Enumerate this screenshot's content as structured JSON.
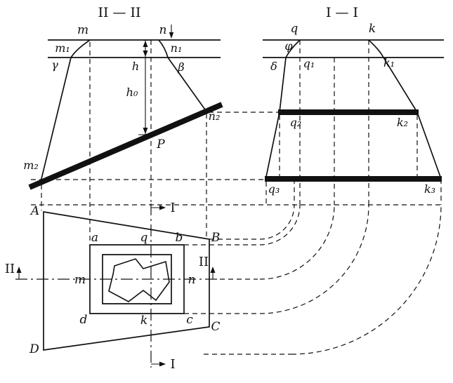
{
  "diagram": {
    "colors": {
      "ink": "#111111",
      "background": "#ffffff"
    },
    "section_ii": {
      "title": "II — II",
      "labels": {
        "m": "m",
        "n": "n",
        "m1": "m₁",
        "n1": "n₁",
        "gamma": "γ",
        "beta": "β",
        "h": "h",
        "h0": "h₀",
        "m2": "m₂",
        "n2": "n₂",
        "P": "P"
      }
    },
    "section_i": {
      "title": "I — I",
      "labels": {
        "q": "q",
        "k": "k",
        "phi": "φ",
        "delta": "δ",
        "q1": "q₁",
        "k1": "k₁",
        "q2": "q₂",
        "k2": "k₂",
        "q3": "q₃",
        "k3": "k₃"
      }
    },
    "plan": {
      "corners": {
        "A": "A",
        "B": "B",
        "C": "C",
        "D": "D"
      },
      "rect": {
        "a": "a",
        "b": "b",
        "c": "c",
        "d": "d"
      },
      "edges": {
        "q": "q",
        "m": "m",
        "n": "n",
        "k": "k"
      },
      "marks": {
        "I": "I",
        "II": "II"
      }
    }
  }
}
